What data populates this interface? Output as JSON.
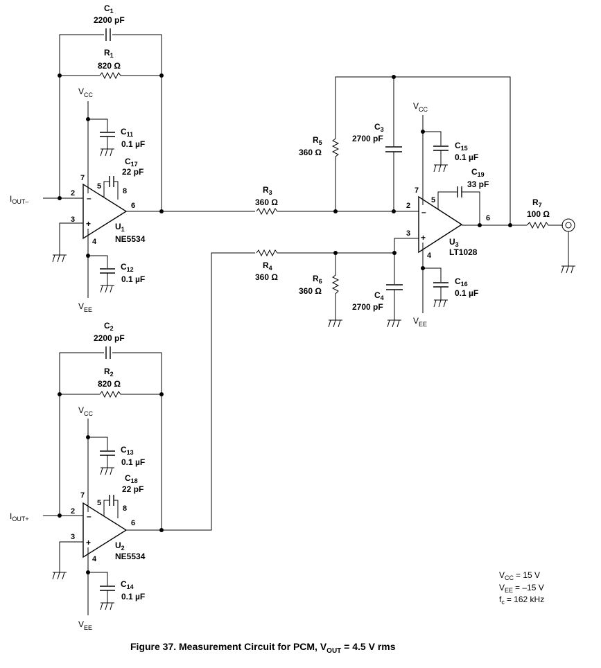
{
  "components": {
    "C1": {
      "sub": "1",
      "value": "2200 pF"
    },
    "R1": {
      "sub": "1",
      "value": "820 Ω"
    },
    "C2": {
      "sub": "2",
      "value": "2200 pF"
    },
    "R2": {
      "sub": "2",
      "value": "820 Ω"
    },
    "C11": {
      "sub": "11",
      "value": "0.1 µF"
    },
    "C12": {
      "sub": "12",
      "value": "0.1 µF"
    },
    "C13": {
      "sub": "13",
      "value": "0.1 µF"
    },
    "C14": {
      "sub": "14",
      "value": "0.1 µF"
    },
    "C15": {
      "sub": "15",
      "value": "0.1 µF"
    },
    "C16": {
      "sub": "16",
      "value": "0.1 µF"
    },
    "C17": {
      "sub": "17",
      "value": "22 pF"
    },
    "C18": {
      "sub": "18",
      "value": "22 pF"
    },
    "C19": {
      "sub": "19",
      "value": "33 pF"
    },
    "C3": {
      "sub": "3",
      "value": "2700 pF"
    },
    "C4": {
      "sub": "4",
      "value": "2700 pF"
    },
    "R3": {
      "sub": "3",
      "value": "360 Ω"
    },
    "R4": {
      "sub": "4",
      "value": "360 Ω"
    },
    "R5": {
      "sub": "5",
      "value": "360 Ω"
    },
    "R6": {
      "sub": "6",
      "value": "360 Ω"
    },
    "R7": {
      "sub": "7",
      "value": "100 Ω"
    },
    "U1": {
      "sub": "1",
      "part": "NE5534"
    },
    "U2": {
      "sub": "2",
      "part": "NE5534"
    },
    "U3": {
      "sub": "3",
      "part": "LT1028"
    }
  },
  "supplies": {
    "vcc_sub": "CC",
    "vee_sub": "EE"
  },
  "inputs": {
    "iout_minus_main": "I",
    "iout_minus_sub": "OUT–",
    "iout_plus_main": "I",
    "iout_plus_sub": "OUT+"
  },
  "pins": {
    "in_inv": "2",
    "in_noninv": "3",
    "v_pos": "7",
    "v_neg": "4",
    "comp_a": "5",
    "comp_b": "8",
    "output": "6"
  },
  "conditions": {
    "vcc_value": "= 15 V",
    "vee_value": "= –15 V",
    "fc_sub": "c",
    "fc_value": "= 162 kHz"
  },
  "figure": {
    "caption_prefix": "Figure 37. Measurement Circuit for PCM, V",
    "caption_sub": "OUT",
    "caption_suffix": " = 4.5 V rms"
  }
}
